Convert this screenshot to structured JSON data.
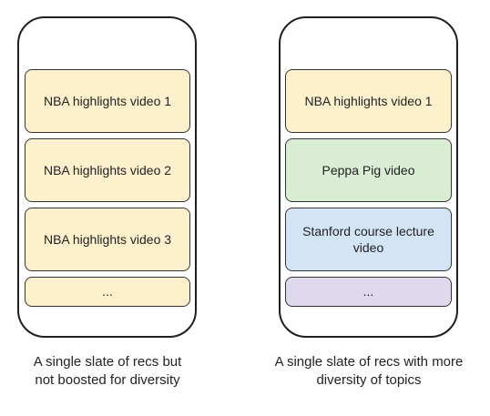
{
  "colors": {
    "yellow_card": "#fdf1cd",
    "green_card": "#d9ecd4",
    "blue_card": "#d3e4f6",
    "purple_card": "#e0d8ec",
    "outline": "#333333"
  },
  "left_phone": {
    "cards": [
      {
        "label": "NBA highlights video 1",
        "color": "yellow_card"
      },
      {
        "label": "NBA highlights video 2",
        "color": "yellow_card"
      },
      {
        "label": "NBA highlights video 3",
        "color": "yellow_card"
      },
      {
        "label": "...",
        "color": "yellow_card"
      }
    ],
    "caption_lines": [
      "A single slate of recs but",
      "not boosted for diversity"
    ]
  },
  "right_phone": {
    "cards": [
      {
        "label": "NBA highlights video 1",
        "color": "yellow_card"
      },
      {
        "label": "Peppa Pig video",
        "color": "green_card"
      },
      {
        "label": "Stanford course lecture video",
        "color": "blue_card"
      },
      {
        "label": "...",
        "color": "purple_card"
      }
    ],
    "caption_lines": [
      "A single slate of recs with more",
      "diversity of topics"
    ]
  }
}
